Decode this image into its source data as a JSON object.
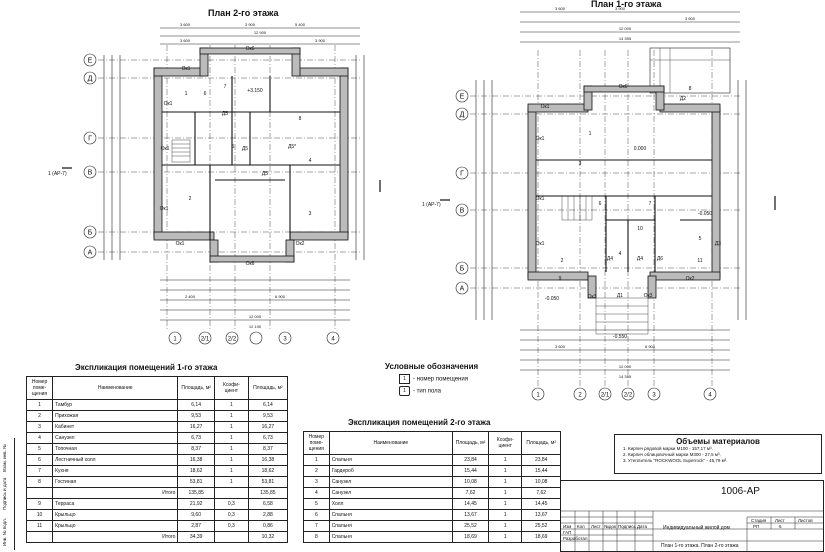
{
  "plans": [
    {
      "title": "План 2-го этажа",
      "axes_letters": [
        "Е",
        "Д",
        "Г",
        "В",
        "Б",
        "А"
      ],
      "axes_numbers": [
        "1",
        "2/1",
        "2/2",
        "3",
        "4"
      ],
      "section_mark": "1 (АР-7)",
      "labels": [
        "Ок1",
        "Ок6",
        "Ок1",
        "Ок1",
        "Ок1",
        "Ок1",
        "Ок2",
        "Ок6",
        "Д5",
        "Д5",
        "Д5",
        "Д5*",
        "+3.150",
        "2",
        "3",
        "4",
        "5",
        "6",
        "7",
        "8",
        "1"
      ],
      "dims_top": [
        "3 600",
        "3 900",
        "5 400",
        "12 900",
        "3 600",
        "3 900"
      ],
      "dims_bottom": [
        "12 000",
        "12 190",
        "2 400",
        "6 900"
      ]
    },
    {
      "title": "План 1-го этажа",
      "axes_letters": [
        "Е",
        "Д",
        "Г",
        "В",
        "Б",
        "А"
      ],
      "axes_numbers": [
        "1",
        "2",
        "2/1",
        "2/2",
        "3",
        "4"
      ],
      "section_mark": "1 (АР-7)",
      "labels": [
        "Ок1",
        "Ок1",
        "Ок6",
        "Д2",
        "Ок1",
        "Ок1",
        "Ок3",
        "Ок3",
        "Д1",
        "Ок2",
        "Д3",
        "Д4",
        "Д4",
        "Д6",
        "0.000",
        "-0.050",
        "-0.550",
        "-0.050",
        "1",
        "2",
        "3",
        "4",
        "5",
        "6",
        "7",
        "8",
        "9",
        "10",
        "11"
      ],
      "dims_top": [
        "3 600",
        "3 900",
        "3 600",
        "12 000",
        "14 395"
      ],
      "dims_bottom": [
        "12 000",
        "14 395",
        "3 600",
        "6 900"
      ]
    }
  ],
  "legend": {
    "title": "Условные обозначения",
    "items": [
      {
        "box": "1",
        "text": "- номер помещения"
      },
      {
        "box": "1",
        "text": "- тип пола"
      }
    ]
  },
  "table1": {
    "title": "Экспликация помещений 1-го этажа",
    "headers": [
      "Номер поме-щения",
      "Наименование",
      "Площадь, м²",
      "Коэфи-циент",
      "Площадь, м²"
    ],
    "rows": [
      [
        "1",
        "Тамбур",
        "6,14",
        "1",
        "6,14"
      ],
      [
        "2",
        "Прихожая",
        "9,53",
        "1",
        "9,53"
      ],
      [
        "3",
        "Кабинет",
        "16,27",
        "1",
        "16,27"
      ],
      [
        "4",
        "Санузел",
        "6,73",
        "1",
        "6,73"
      ],
      [
        "5",
        "Топочная",
        "8,37",
        "1",
        "8,37"
      ],
      [
        "6",
        "Лестничный холл",
        "16,38",
        "1",
        "16,38"
      ],
      [
        "7",
        "Кухня",
        "18,62",
        "1",
        "18,62"
      ],
      [
        "8",
        "Гостиная",
        "53,81",
        "1",
        "53,81"
      ],
      [
        "",
        "Итого",
        "135,85",
        "",
        "135,85"
      ],
      [
        "9",
        "Терраса",
        "21,92",
        "0,3",
        "6,58"
      ],
      [
        "10",
        "Крыльцо",
        "9,60",
        "0,3",
        "2,88"
      ],
      [
        "11",
        "Крыльцо",
        "2,87",
        "0,3",
        "0,86"
      ],
      [
        "",
        "Итого",
        "34,39",
        "",
        "10,32"
      ]
    ]
  },
  "table2": {
    "title": "Экспликация помещений 2-го этажа",
    "headers": [
      "Номер поме-щения",
      "Наименование",
      "Площадь, м²",
      "Коэфи-циент",
      "Площадь, м²"
    ],
    "rows": [
      [
        "1",
        "Спальня",
        "23,84",
        "1",
        "23,84"
      ],
      [
        "2",
        "Гардероб",
        "15,44",
        "1",
        "15,44"
      ],
      [
        "3",
        "Санузел",
        "10,08",
        "1",
        "10,08"
      ],
      [
        "4",
        "Санузел",
        "7,62",
        "1",
        "7,62"
      ],
      [
        "5",
        "Холл",
        "14,45",
        "1",
        "14,45"
      ],
      [
        "6",
        "Спальня",
        "13,67",
        "1",
        "13,67"
      ],
      [
        "7",
        "Спальня",
        "25,52",
        "1",
        "25,52"
      ],
      [
        "8",
        "Спальня",
        "18,69",
        "1",
        "18,69"
      ]
    ]
  },
  "materials": {
    "title": "Объемы материалов",
    "items": [
      "1. Кирпич рядовой марки М100 - 157,17 м³.",
      "2. Кирпич облицовочный марки М300 - 27,5 м³.",
      "3. Утеплитель \"ROCKWOOL Superrock\" - 45,79 м³."
    ]
  },
  "stamp": {
    "code": "1006-АР",
    "headers": [
      "Изм",
      "Кол",
      "Лист",
      "№док",
      "Подпись",
      "Дата"
    ],
    "roles": [
      "ГАП",
      "Разработал"
    ],
    "project": "Индивидуальный жилой дом",
    "stage_headers": [
      "Стадия",
      "Лист",
      "Листов"
    ],
    "stage": "РП",
    "sheet": "6",
    "sheet_title": "План 1-го этажа. План 2-го этажа"
  },
  "side_strip": [
    "Взам. инв. №",
    "Подпись и дата",
    "Инв. № подл."
  ]
}
